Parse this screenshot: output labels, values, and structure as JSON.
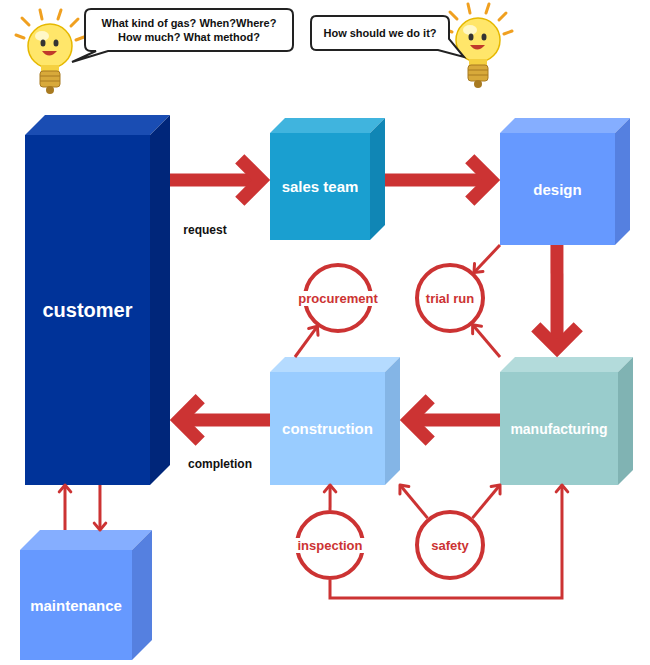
{
  "diagram": {
    "nodes": [
      {
        "text": [
          "What kind of gas? When?Where? How much? What method?"
        ]
      },
      {
        "text": [
          "How should we do it?"
        ]
      },
      {
        "text": [
          "customer"
        ]
      },
      {
        "text": [
          "sales team"
        ]
      },
      {
        "text": [
          "design"
        ]
      },
      {
        "text": [
          "procurement"
        ]
      },
      {
        "text": [
          "trial run"
        ]
      },
      {
        "text": [
          "construction"
        ]
      },
      {
        "text": [
          "manufacturing"
        ]
      },
      {
        "text": [
          "inspection"
        ]
      },
      {
        "text": [
          "safety"
        ]
      },
      {
        "text": [
          "maintenance"
        ]
      }
    ],
    "edges": [
      {
        "from": 2,
        "to": 3,
        "label": "request",
        "arrow": "to"
      },
      {
        "from": 3,
        "to": 4,
        "arrow": "to"
      },
      {
        "from": 4,
        "to": 8,
        "arrow": "to"
      },
      {
        "from": 8,
        "to": 7,
        "arrow": "to"
      },
      {
        "from": 7,
        "to": 2,
        "label": "completion",
        "arrow": "to"
      },
      {
        "from": 11,
        "to": 2,
        "arrow": "to"
      },
      {
        "from": 2,
        "to": 11,
        "arrow": "to"
      },
      {
        "from": 4,
        "to": 6,
        "arrow": "to"
      },
      {
        "from": 8,
        "to": 6,
        "arrow": "to"
      },
      {
        "from": 7,
        "to": 5,
        "arrow": "to"
      },
      {
        "from": 9,
        "to": 7,
        "arrow": "to"
      },
      {
        "from": 10,
        "to": 7,
        "arrow": "to"
      },
      {
        "from": 10,
        "to": 8,
        "arrow": "to"
      },
      {
        "from": 9,
        "to": 8,
        "arrow": "to"
      }
    ]
  }
}
